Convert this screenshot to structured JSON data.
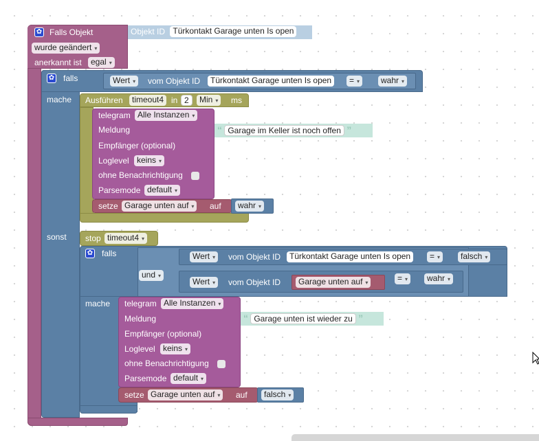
{
  "outer": {
    "title": "Falls Objekt",
    "object_id_label": "Objekt ID",
    "object_id_value": "Türkontakt Garage unten Is open",
    "event": "wurde geändert",
    "ack_label": "anerkannt ist",
    "ack_value": "egal"
  },
  "if1": {
    "falls": "falls",
    "mache": "mache",
    "sonst": "sonst",
    "cond": {
      "value_kind": "Wert",
      "from_obj": "vom Objekt ID",
      "obj": "Türkontakt Garage unten Is open",
      "op": "=",
      "val": "wahr"
    }
  },
  "timeout": {
    "label": "Ausführen",
    "name": "timeout4",
    "in": "in",
    "amount": "2",
    "unit": "Min",
    "ms": "ms"
  },
  "telegram1": {
    "title": "telegram",
    "instance": "Alle Instanzen",
    "meldung": "Meldung",
    "message": "Garage im Keller ist noch offen",
    "empf": "Empfänger (optional)",
    "loglevel": "Loglevel",
    "loglevel_value": "keins",
    "silent": "ohne Benachrichtigung",
    "parsemode": "Parsemode",
    "parsemode_value": "default"
  },
  "setze1": {
    "setze": "setze",
    "var": "Garage unten auf",
    "auf": "auf",
    "val": "wahr"
  },
  "stop": {
    "label": "stop",
    "name": "timeout4"
  },
  "if2": {
    "falls": "falls",
    "und": "und",
    "mache": "mache",
    "cond1": {
      "value_kind": "Wert",
      "from_obj": "vom Objekt ID",
      "obj": "Türkontakt Garage unten Is open",
      "op": "=",
      "val": "falsch"
    },
    "cond2": {
      "value_kind": "Wert",
      "from_obj": "vom Objekt ID",
      "var": "Garage unten auf",
      "op": "=",
      "val": "wahr"
    }
  },
  "telegram2": {
    "title": "telegram",
    "instance": "Alle Instanzen",
    "meldung": "Meldung",
    "message": "Garage unten ist wieder zu",
    "empf": "Empfänger (optional)",
    "loglevel": "Loglevel",
    "loglevel_value": "keins",
    "silent": "ohne Benachrichtigung",
    "parsemode": "Parsemode",
    "parsemode_value": "default"
  },
  "setze2": {
    "setze": "setze",
    "var": "Garage unten auf",
    "auf": "auf",
    "val": "falsch"
  },
  "quote_open": "“",
  "quote_close": "”",
  "arrow": "▾",
  "colors": {
    "trigger": "#a5608a",
    "logic": "#5b80a5",
    "timer": "#a5a55b",
    "telegram": "#a55b9b",
    "variable": "#a55b6f"
  }
}
